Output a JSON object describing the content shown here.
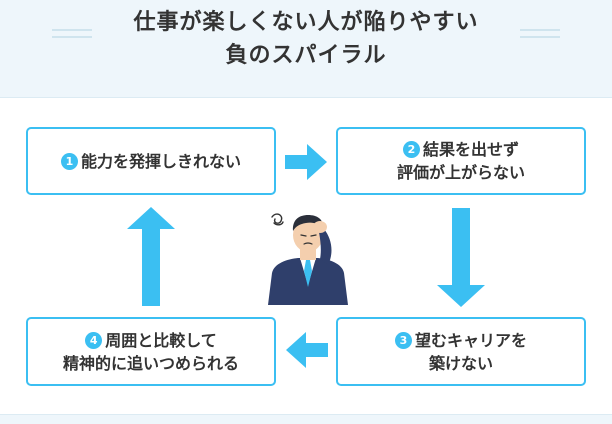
{
  "title": {
    "line1": "仕事が楽しくない人が陥りやすい",
    "line2": "負のスパイラル"
  },
  "colors": {
    "accent": "#3bbff2",
    "header_bg": "#eef6fb",
    "text": "#333333"
  },
  "steps": [
    {
      "number": "1",
      "lines": [
        "能力を発揮しきれない"
      ]
    },
    {
      "number": "2",
      "lines": [
        "結果を出せず",
        "評価が上がらない"
      ]
    },
    {
      "number": "3",
      "lines": [
        "望むキャリアを",
        "築けない"
      ]
    },
    {
      "number": "4",
      "lines": [
        "周囲と比較して",
        "精神的に追いつめられる"
      ]
    }
  ],
  "figure": {
    "icon": "troubled-businessman-icon"
  }
}
